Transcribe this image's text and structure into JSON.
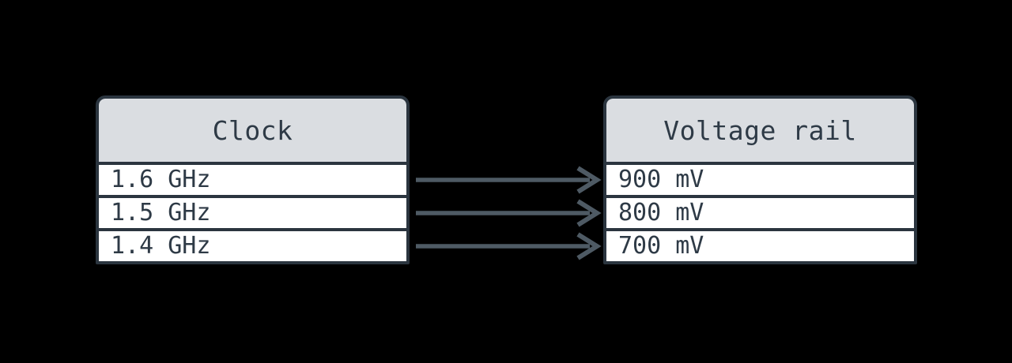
{
  "tables": [
    {
      "id": "clock",
      "title": "Clock",
      "rows": [
        "1.6 GHz",
        "1.5 GHz",
        "1.4 GHz"
      ]
    },
    {
      "id": "voltage-rail",
      "title": "Voltage rail",
      "rows": [
        "900 mV",
        "800 mV",
        "700 mV"
      ]
    }
  ],
  "edges": [
    {
      "from": "Clock / 1.6 GHz",
      "to": "Voltage rail / 900 mV"
    },
    {
      "from": "Clock / 1.5 GHz",
      "to": "Voltage rail / 800 mV"
    },
    {
      "from": "Clock / 1.4 GHz",
      "to": "Voltage rail / 700 mV"
    }
  ],
  "colors": {
    "bg": "#000000",
    "border": "#2b353f",
    "text": "#2e3a46",
    "header_fill": "#dadde1",
    "row_fill": "#ffffff",
    "arrow": "#4e5a64"
  }
}
